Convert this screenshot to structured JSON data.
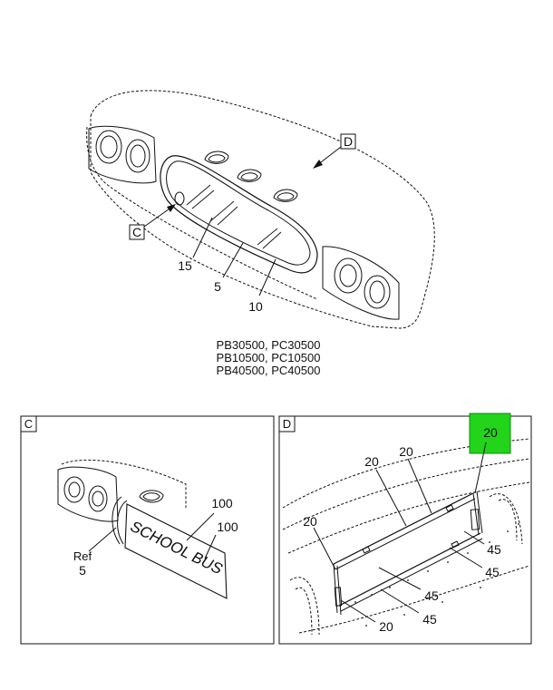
{
  "main_view": {
    "view_labels": {
      "c": "C",
      "d": "D"
    },
    "callouts": {
      "gasket": "15",
      "glass": "5",
      "frame": "10"
    },
    "model_lines": [
      "PB30500, PC30500",
      "PB10500, PC10500",
      "PB40500, PC40500"
    ]
  },
  "panel_c": {
    "tag": "C",
    "callouts": {
      "decal_top": "100",
      "decal_bottom": "100",
      "ref_word": "Ref",
      "ref_num": "5"
    },
    "decal_text": "SCHOOL BUS"
  },
  "panel_d": {
    "tag": "D",
    "callouts": {
      "highlight": "20",
      "top_left": "20",
      "top_right": "20",
      "left": "20",
      "bottom": "20",
      "right_upper": "45",
      "right_lower": "45",
      "mid_upper": "45",
      "mid_lower": "45"
    },
    "highlight_color": "#22d41a"
  }
}
